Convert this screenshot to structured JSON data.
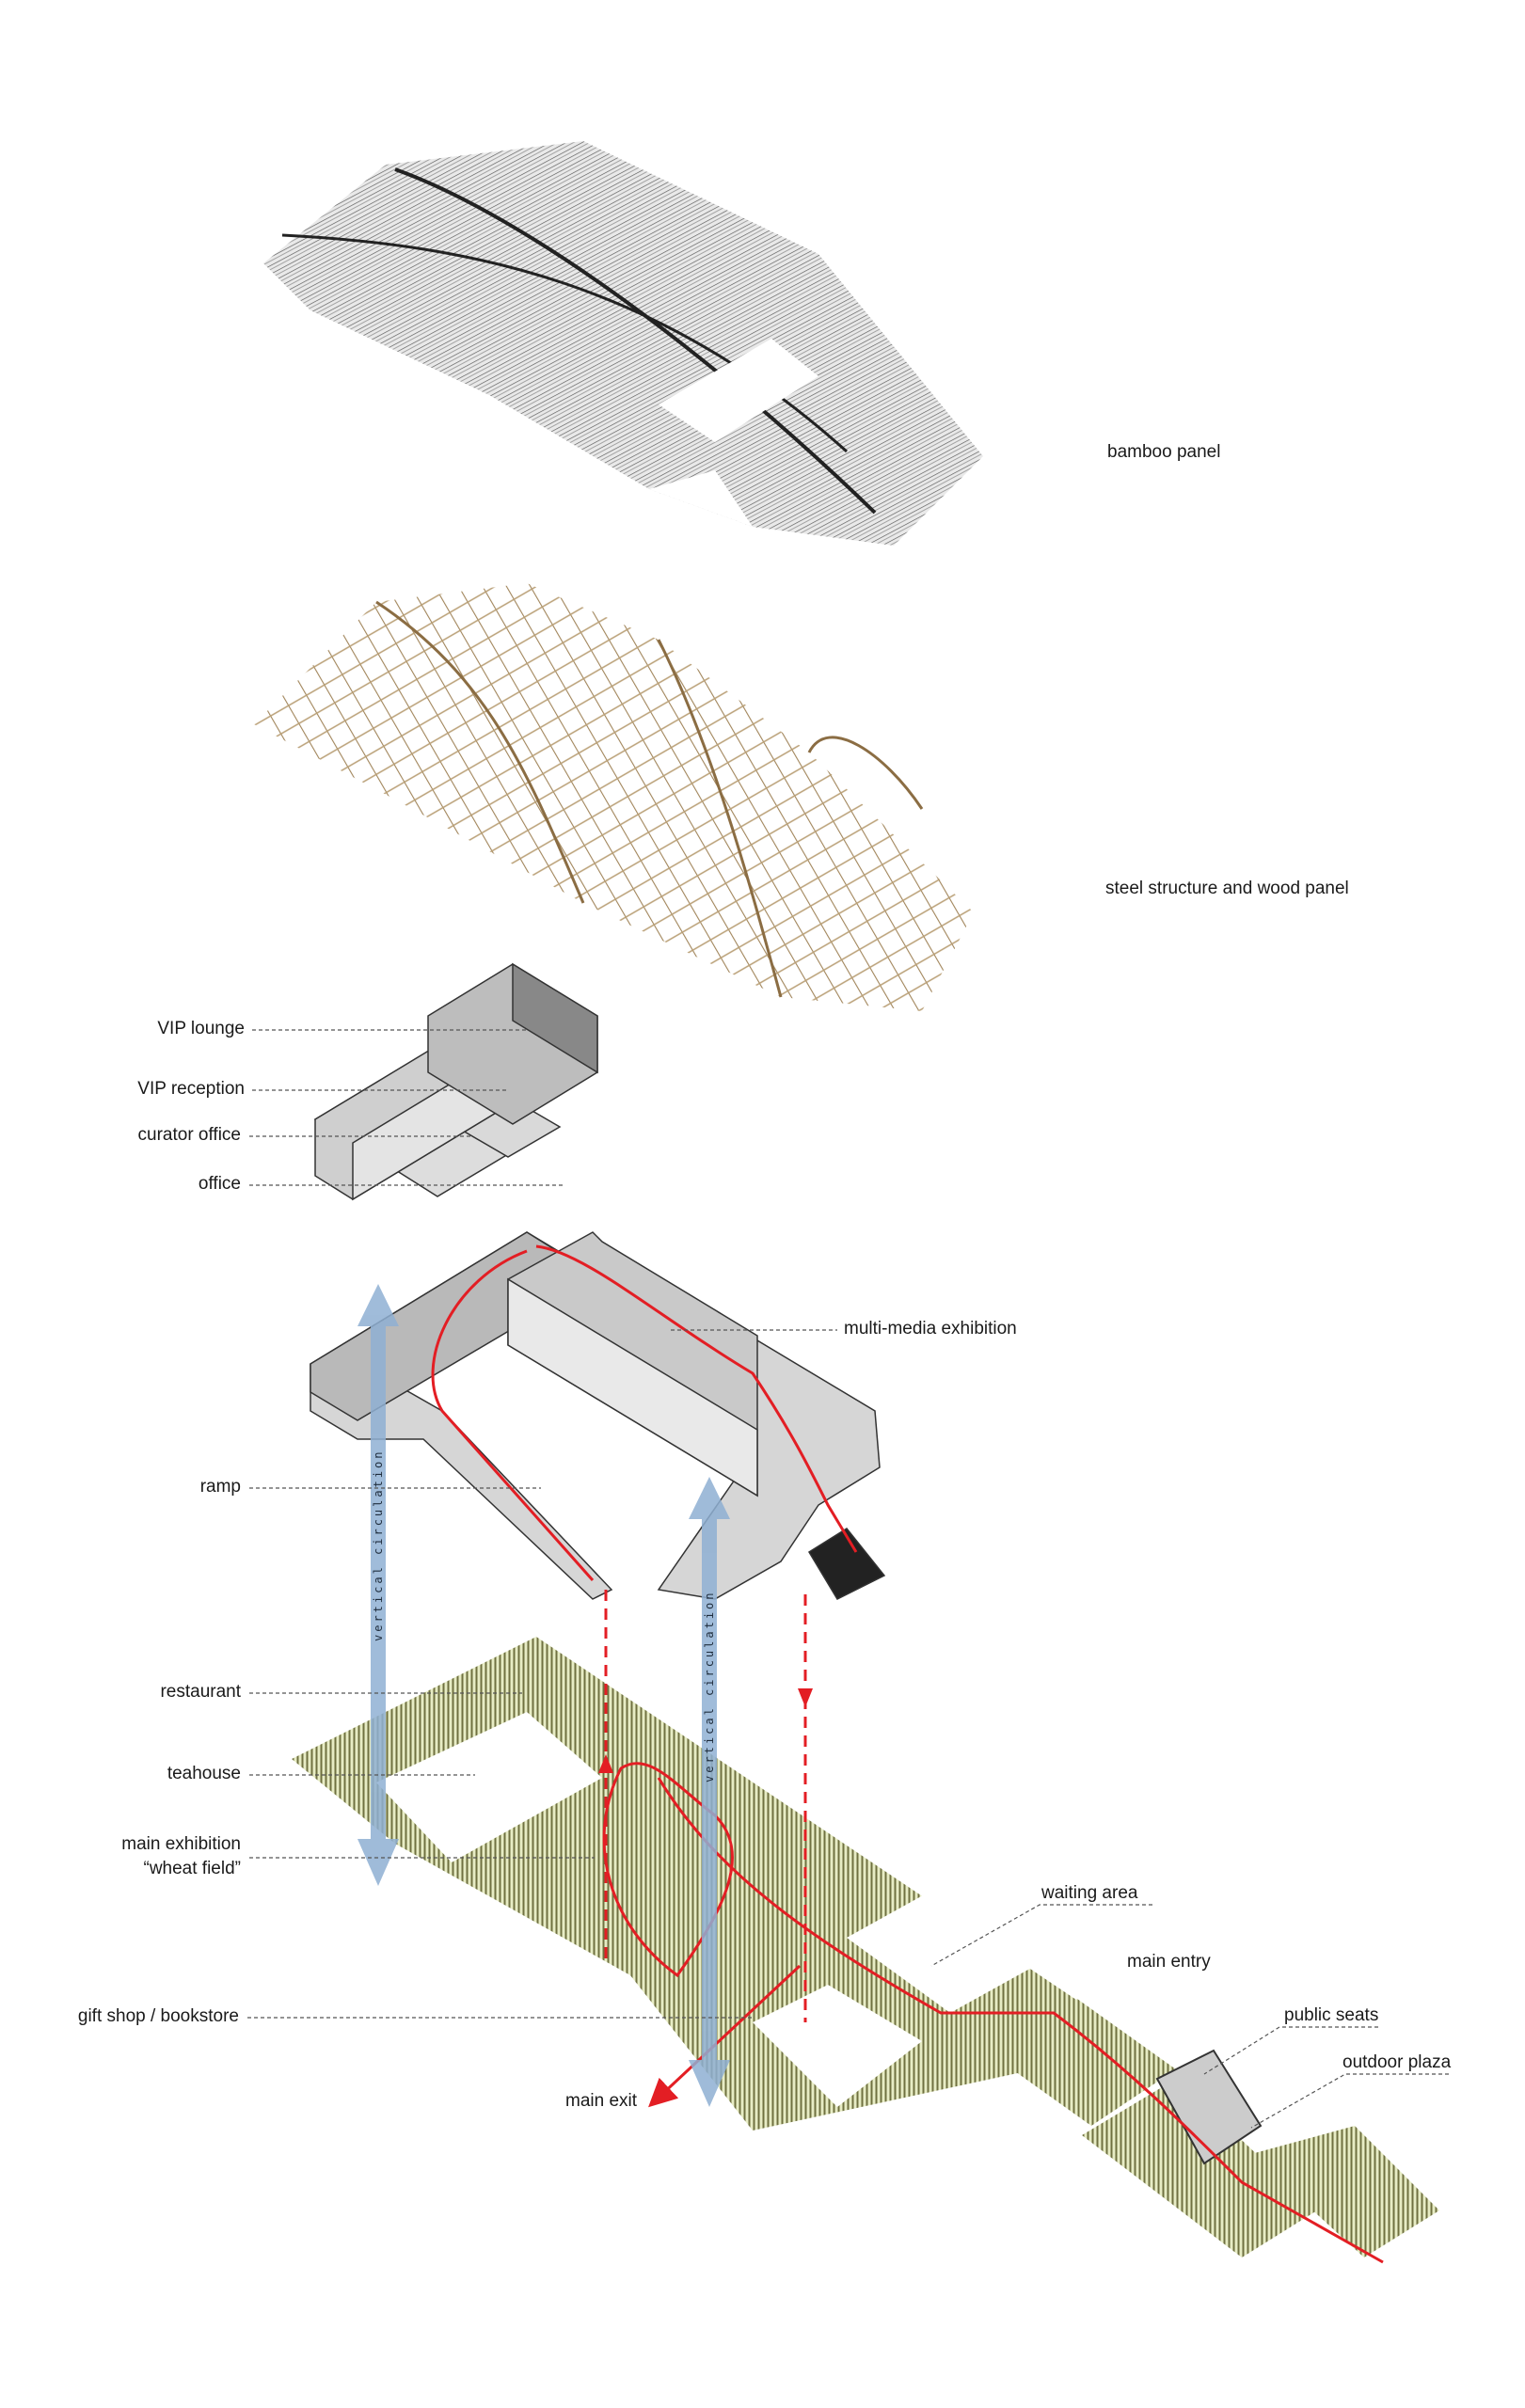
{
  "layers": {
    "bamboo_panel": "bamboo panel",
    "steel_structure": "steel structure and wood panel"
  },
  "upper_floor_labels": {
    "vip_lounge": "VIP lounge",
    "vip_reception": "VIP reception",
    "curator_office": "curator office",
    "office": "office"
  },
  "mid_floor_labels": {
    "multi_media": "multi-media exhibition",
    "ramp": "ramp"
  },
  "ground_labels": {
    "restaurant": "restaurant",
    "teahouse": "teahouse",
    "main_exhibition": "main exhibition",
    "wheat_field": "“wheat field”",
    "waiting_area": "waiting area",
    "main_entry": "main entry",
    "gift_shop": "gift shop / bookstore",
    "public_seats": "public seats",
    "outdoor_plaza": "outdoor plaza",
    "main_exit": "main exit"
  },
  "circulation": {
    "vertical_1": "vertical circulation",
    "vertical_2": "vertical circulation"
  },
  "colors": {
    "circulation_path": "#e31e24",
    "vertical_arrow": "#8fb0d3",
    "wheat": "#8d8f55",
    "steel": "#9c7f52",
    "bamboo": "#555555"
  }
}
